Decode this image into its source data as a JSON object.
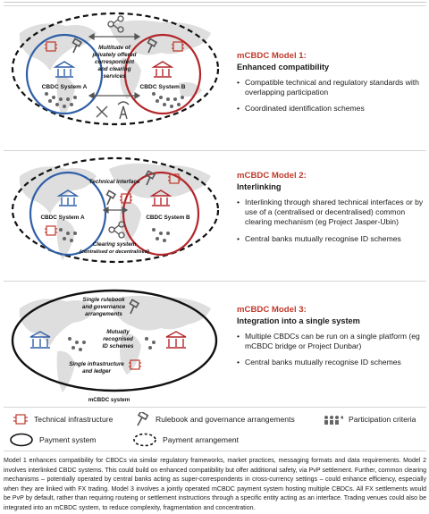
{
  "models": [
    {
      "title": "mCBDC Model 1:",
      "subtitle": "Enhanced compatibility",
      "bullets": [
        "Compatible technical and regulatory standards with overlapping participation",
        "Coordinated identification schemes"
      ],
      "diagram": {
        "system_a": "CBDC System A",
        "system_b": "CBDC System B",
        "center_label": [
          "Multitude of",
          "privately offered",
          "correspondent",
          "and clearing",
          "services"
        ]
      }
    },
    {
      "title": "mCBDC Model 2:",
      "subtitle": "Interlinking",
      "bullets": [
        "Interlinking through shared technical interfaces or by use of a (centralised or decentralised) common clearing mechanism (eg Project Jasper-Ubin)",
        "Central banks mutually recognise ID schemes"
      ],
      "diagram": {
        "system_a": "CBDC System A",
        "system_b": "CBDC System B",
        "technical_interface": "Technical interface",
        "clearing_system": "Clearing system",
        "clearing_note": "(centralised or decentralised)"
      }
    },
    {
      "title": "mCBDC Model 3:",
      "subtitle": "Integration into a single system",
      "bullets": [
        "Multiple CBDCs can be run on a single platform (eg mCBDC bridge or Project Dunbar)",
        "Central banks mutually recognise ID schemes"
      ],
      "diagram": {
        "rulebook": [
          "Single rulebook",
          "and governance",
          "arrangements"
        ],
        "id_schemes": [
          "Mutually",
          "recognised",
          "ID schemes"
        ],
        "infrastructure": [
          "Single infrastructure",
          "and ledger"
        ],
        "system_label": "mCBDC system"
      }
    }
  ],
  "legend": {
    "technical_infrastructure": "Technical infrastructure",
    "rulebook": "Rulebook and governance arrangements",
    "participation": "Participation criteria",
    "payment_system": "Payment system",
    "payment_arrangement": "Payment arrangement"
  },
  "caption": "Model 1 enhances compatibility for CBDCs via similar regulatory frameworks, market practices, messaging formats and data requirements. Model 2 involves interlinked CBDC systems. This could build on enhanced compatibility but offer additional safety, via PvP settlement. Further, common clearing mechanisms – potentially operated by central banks acting as super-correspondents in cross-currency settings – could enhance efficiency, especially when they are linked with FX trading. Model 3 involves a jointly operated mCBDC payment system hosting multiple CBDCs. All FX settlements would be PvP by default, rather than requiring routeing or settlement instructions through a specific entity acting as an interface. Trading venues could also be integrated into an mCBDC system, to reduce complexity, fragmentation and concentration.",
  "colors": {
    "accent_red": "#c0392b",
    "system_blue": "#2f5fa7",
    "map_grey": "#dcdcdc"
  }
}
